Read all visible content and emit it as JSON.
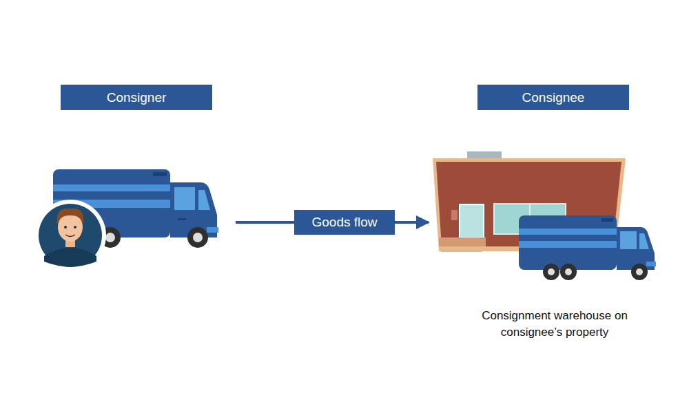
{
  "diagram": {
    "nodes": [
      {
        "text": [
          "Consigner"
        ]
      },
      {
        "text": [
          "Consignee"
        ]
      }
    ],
    "edges": [
      {
        "from": 0,
        "to": 1,
        "label": "Goods flow",
        "arrow": "to"
      }
    ],
    "labels": [
      "Consignment warehouse on consignee’s property"
    ]
  }
}
